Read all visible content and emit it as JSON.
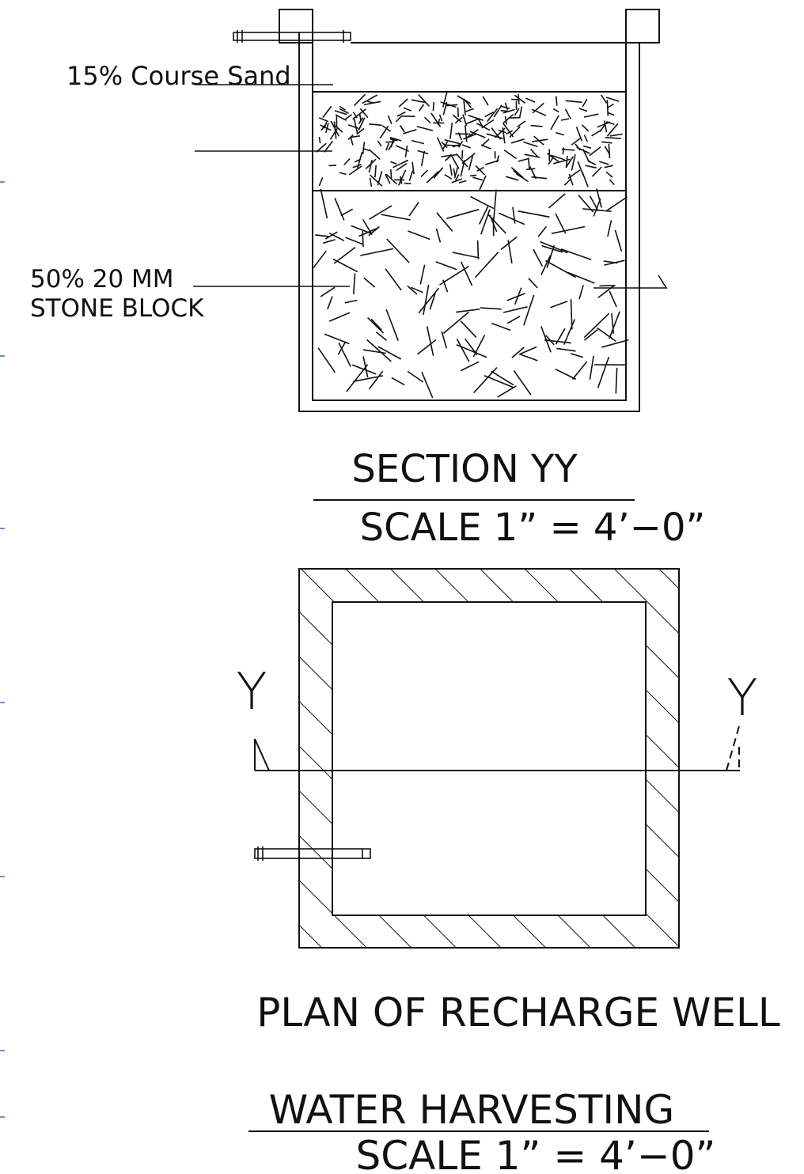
{
  "labels": {
    "sand": "15% Course Sand",
    "stone_line1": "50%  20 MM",
    "stone_line2": "STONE BLOCK",
    "section_title": "SECTION YY",
    "section_scale": "SCALE 1” = 4’−0”",
    "plan_title": "PLAN OF RECHARGE WELL",
    "wh_title": "WATER HARVESTING",
    "wh_scale": "SCALE 1” = 4’−0”",
    "y_left": "Y",
    "y_right": "Y"
  },
  "colors": {
    "ink": "#111111",
    "margin_ticks": "#2b6fd6"
  }
}
